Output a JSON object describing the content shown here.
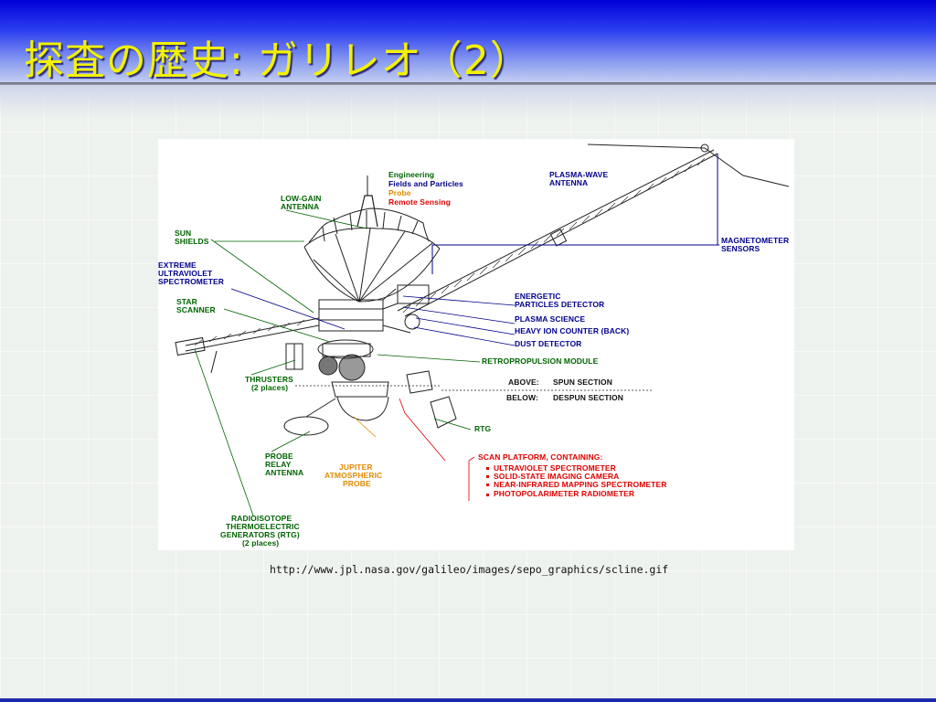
{
  "slide": {
    "title": "探査の歴史: ガリレオ（2）",
    "caption": "http://www.jpl.nasa.gov/galileo/images/sepo_graphics/scline.gif"
  },
  "colors": {
    "title": "#f2f200",
    "header_top": "#0000d8",
    "engineering": "#006400",
    "fields_particles": "#00008b",
    "probe": "#e08a00",
    "remote_sensing": "#e00000"
  },
  "legend": {
    "engineering": "Engineering",
    "fields": "Fields and Particles",
    "probe": "Probe",
    "remote": "Remote Sensing"
  },
  "labels": {
    "low_gain_1": "LOW-GAIN",
    "low_gain_2": "ANTENNA",
    "sun_1": "SUN",
    "sun_2": "SHIELDS",
    "euv_1": "EXTREME",
    "euv_2": "ULTRAVIOLET",
    "euv_3": "SPECTROMETER",
    "star_1": "STAR",
    "star_2": "SCANNER",
    "thr_1": "THRUSTERS",
    "thr_2": "(2 places)",
    "probe_relay_1": "PROBE",
    "probe_relay_2": "RELAY",
    "probe_relay_3": "ANTENNA",
    "jup_1": "JUPITER",
    "jup_2": "ATMOSPHERIC",
    "jup_3": "PROBE",
    "rtg_1": "RADIOISOTOPE",
    "rtg_2": "THERMOELECTRIC",
    "rtg_3": "GENERATORS (RTG)",
    "rtg_4": "(2 places)",
    "pwa_1": "PLASMA-WAVE",
    "pwa_2": "ANTENNA",
    "mag_1": "MAGNETOMETER",
    "mag_2": "SENSORS",
    "epd_1": "ENERGETIC",
    "epd_2": "PARTICLES DETECTOR",
    "pls": "PLASMA SCIENCE",
    "hic": "HEAVY ION COUNTER (BACK)",
    "dust": "DUST DETECTOR",
    "retro": "RETROPROPULSION MODULE",
    "above_k": "ABOVE:",
    "above_v": "SPUN SECTION",
    "below_k": "BELOW:",
    "below_v": "DESPUN SECTION",
    "rtg_short": "RTG",
    "scan_head": "SCAN PLATFORM, CONTAINING:",
    "scan_1": "ULTRAVIOLET SPECTROMETER",
    "scan_2": "SOLID-STATE IMAGING CAMERA",
    "scan_3": "NEAR-INFRARED MAPPING SPECTROMETER",
    "scan_4": "PHOTOPOLARIMETER RADIOMETER"
  }
}
